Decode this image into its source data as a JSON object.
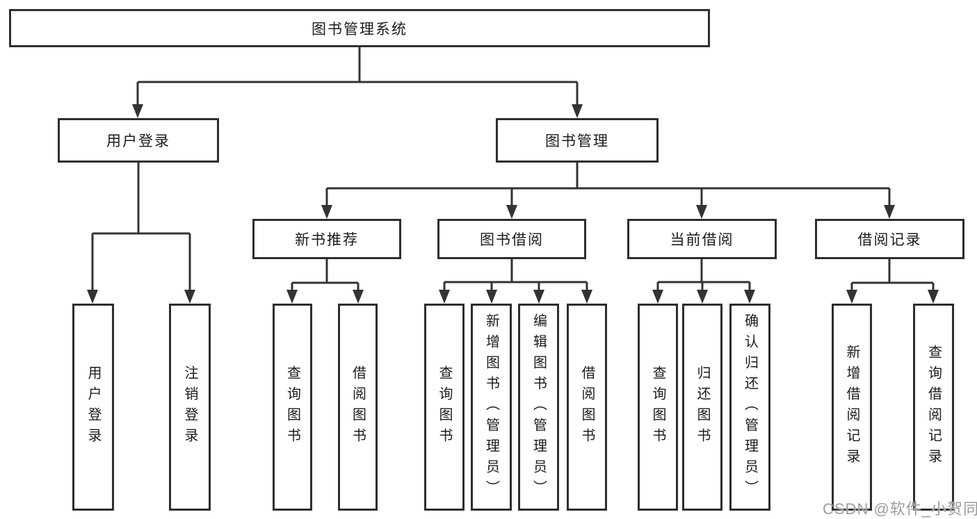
{
  "colors": {
    "background": "#ffffff",
    "line": "#333333",
    "box_border": "#2e2e2e",
    "text": "#1b1b1b",
    "watermark": "#9c9c9c"
  },
  "diagram": {
    "root": {
      "label": "图书管理系统"
    },
    "level2": [
      {
        "label": "用户登录"
      },
      {
        "label": "图书管理"
      }
    ],
    "level3": [
      {
        "label": "新书推荐"
      },
      {
        "label": "图书借阅"
      },
      {
        "label": "当前借阅"
      },
      {
        "label": "借阅记录"
      }
    ],
    "leaves": [
      {
        "label": "用户登录"
      },
      {
        "label": "注销登录"
      },
      {
        "label": "查询图书"
      },
      {
        "label": "借阅图书"
      },
      {
        "label": "查询图书"
      },
      {
        "label": "新增图书（管理员）"
      },
      {
        "label": "编辑图书（管理员）"
      },
      {
        "label": "借阅图书"
      },
      {
        "label": "查询图书"
      },
      {
        "label": "归还图书"
      },
      {
        "label": "确认归还（管理员）"
      },
      {
        "label": "新增借阅记录"
      },
      {
        "label": "查询借阅记录"
      }
    ]
  },
  "watermark": {
    "text": "CSDN @软件_小贺同学"
  }
}
